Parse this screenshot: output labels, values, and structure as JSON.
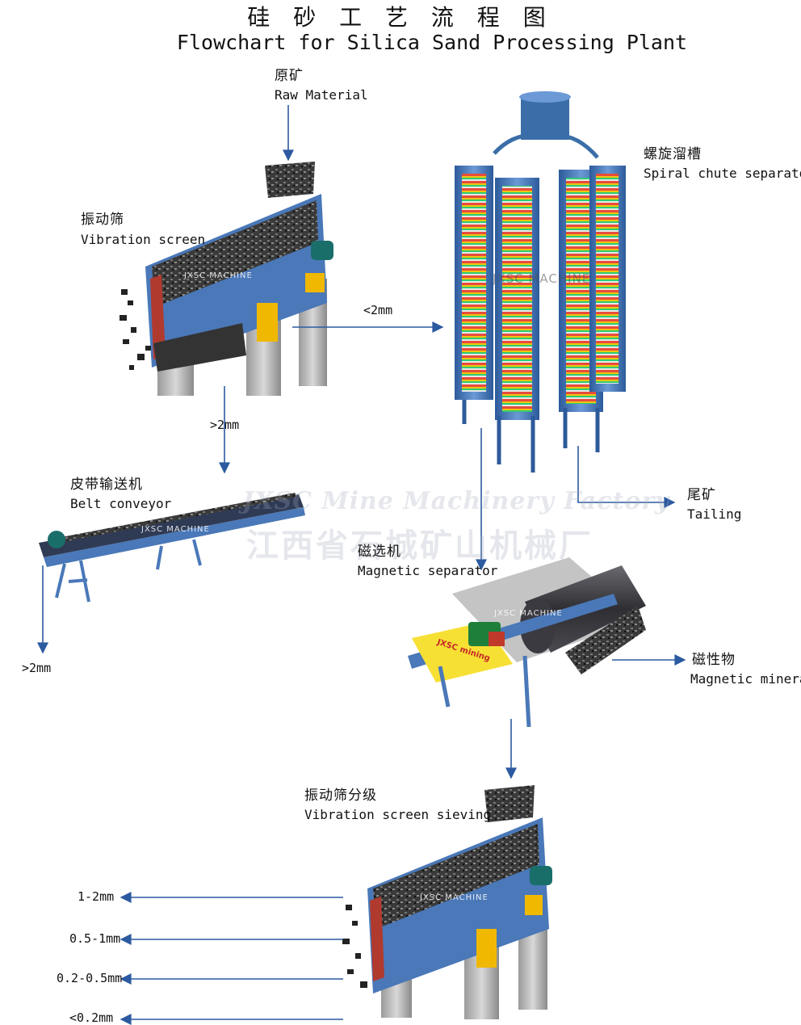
{
  "title": {
    "zh": "硅 砂 工 艺 流 程 图",
    "en": "Flowchart for Silica Sand Processing Plant"
  },
  "nodes": {
    "raw_material": {
      "zh": "原矿",
      "en": "Raw Material"
    },
    "vibration_screen": {
      "zh": "振动筛",
      "en": "Vibration screen"
    },
    "spiral_chute": {
      "zh": "螺旋溜槽",
      "en": "Spiral chute separator"
    },
    "belt_conveyor": {
      "zh": "皮带输送机",
      "en": "Belt conveyor"
    },
    "tailing": {
      "zh": "尾矿",
      "en": "Tailing"
    },
    "magnetic_separator": {
      "zh": "磁选机",
      "en": "Magnetic separator"
    },
    "magnetic_mineral": {
      "zh": "磁性物",
      "en": "Magnetic mineral"
    },
    "screen_sieving": {
      "zh": "振动筛分级",
      "en": "Vibration screen sieving"
    }
  },
  "flows": {
    "screen_to_spiral": "<2mm",
    "screen_to_belt": ">2mm",
    "belt_out": ">2mm"
  },
  "outputs": [
    "1-2mm",
    "0.5-1mm",
    "0.2-0.5mm",
    "<0.2mm"
  ],
  "watermark": {
    "en": "JXSC Mine Machinery Factory",
    "zh": "江西省石城矿山机械厂"
  },
  "badges": {
    "machine": "JXSC MACHINE",
    "mining": "JXSC mining"
  },
  "colors": {
    "arrow": "#2c5aa0",
    "frame": "#4a78b8",
    "motor": "#1a6e6a",
    "support": "#f0b800"
  }
}
